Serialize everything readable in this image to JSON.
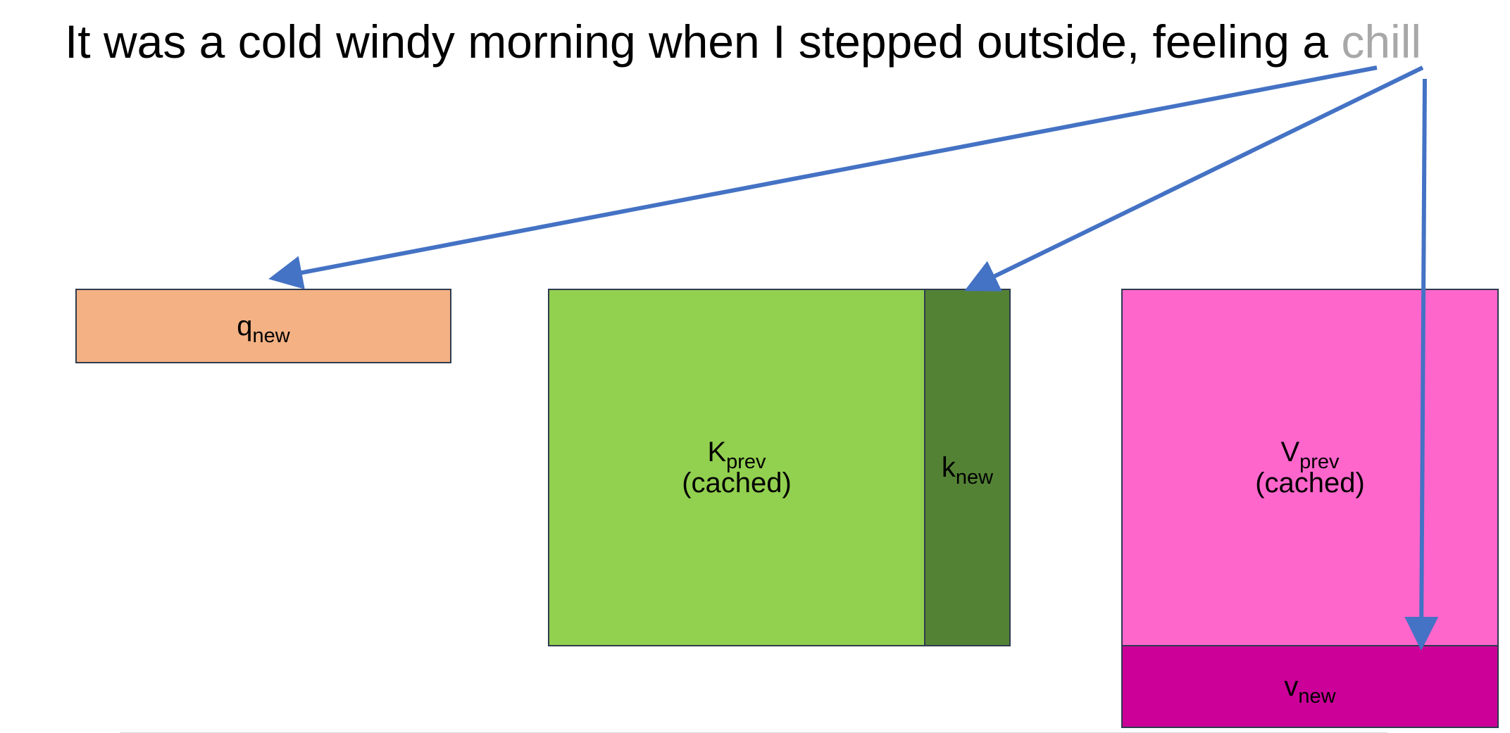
{
  "sentence": {
    "text": "It was a cold windy morning when I stepped outside, feeling a ",
    "highlight": "chill"
  },
  "boxes": {
    "q_new": {
      "main": "q",
      "sub": "new",
      "color": "#f4b183"
    },
    "k_prev": {
      "main": "K",
      "sub": "prev",
      "note": "(cached)",
      "color": "#92d050"
    },
    "k_new": {
      "main": "k",
      "sub": "new",
      "color": "#548235"
    },
    "v_prev": {
      "main": "V",
      "sub": "prev",
      "note": "(cached)",
      "color": "#ff66cc"
    },
    "v_new": {
      "main": "v",
      "sub": "new",
      "color": "#cc0099"
    }
  },
  "arrow_color": "#4472c4"
}
